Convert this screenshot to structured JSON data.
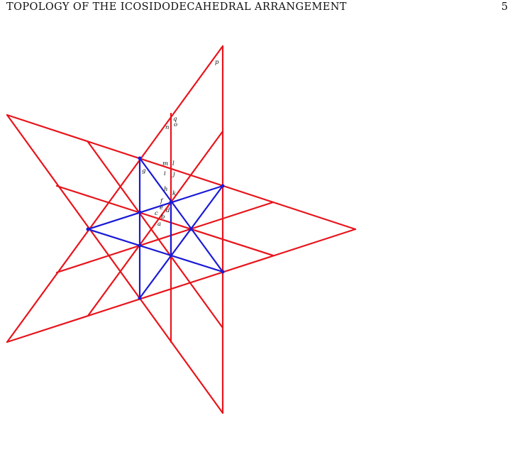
{
  "header": {
    "running_title": "TOPOLOGY OF THE ICOSIDODECAHEDRAL ARRANGEMENT",
    "page_number": "5"
  },
  "figure": {
    "colors": {
      "outer_lines": "#e8141b",
      "inner_lines": "#1a1ad6",
      "text": "#111111"
    },
    "labels": {
      "p": "p",
      "q": "q",
      "n": "n",
      "o": "o",
      "m": "m",
      "l": "l",
      "i": "i",
      "j": "j",
      "h": "h",
      "k": "k",
      "f": "f",
      "e": "e",
      "d": "d",
      "c": "c",
      "b": "b",
      "a": "a",
      "g": "g"
    }
  }
}
